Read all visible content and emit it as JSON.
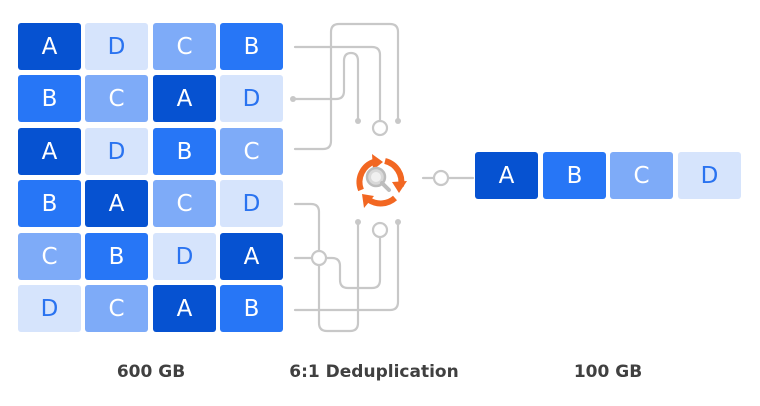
{
  "source_grid": {
    "rows": [
      [
        "A",
        "D",
        "C",
        "B"
      ],
      [
        "B",
        "C",
        "A",
        "D"
      ],
      [
        "A",
        "D",
        "B",
        "C"
      ],
      [
        "B",
        "A",
        "C",
        "D"
      ],
      [
        "C",
        "B",
        "D",
        "A"
      ],
      [
        "D",
        "C",
        "A",
        "B"
      ]
    ]
  },
  "result_row": [
    "A",
    "B",
    "C",
    "D"
  ],
  "colors": {
    "A": "#0652D1",
    "B": "#2776F6",
    "C": "#7EABF8",
    "D": "#D6E4FC",
    "D_text": "#2A73F0",
    "wire": "#C8C8C8",
    "icon_accent": "#F26722",
    "icon_magnifier": "#BDBDBD"
  },
  "icons": {
    "process": "recycle-arrows-icon",
    "inspect": "magnifier-icon"
  },
  "captions": {
    "source": "600 GB",
    "process": "6:1 Deduplication",
    "result": "100 GB"
  }
}
